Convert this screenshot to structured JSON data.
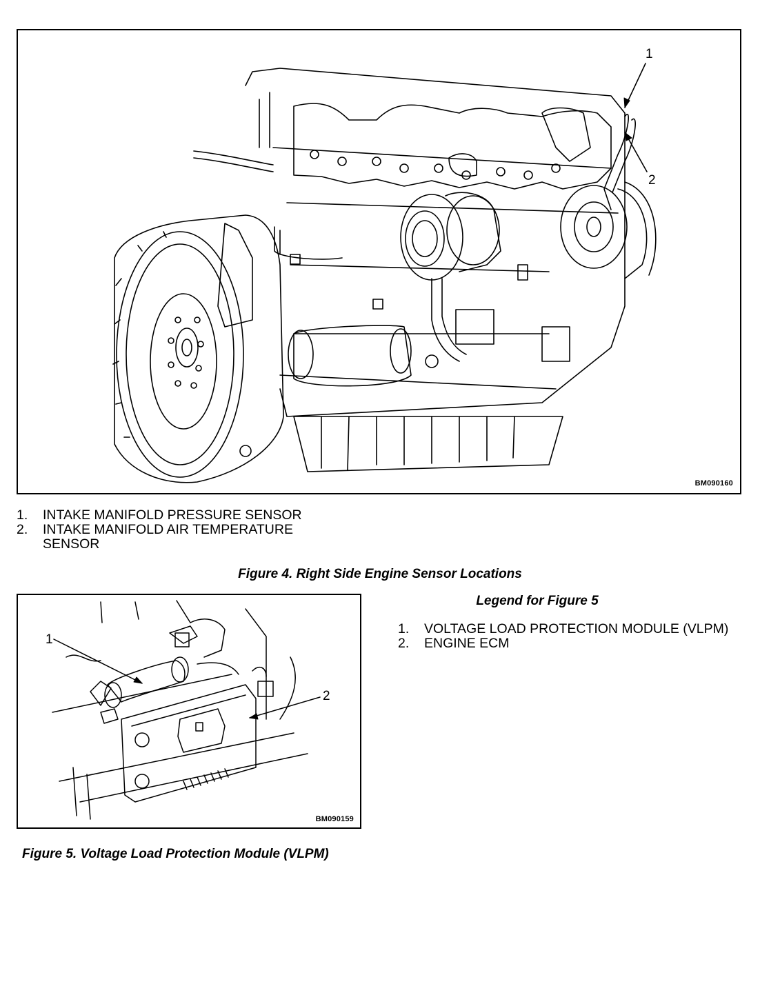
{
  "figure4": {
    "code": "BM090160",
    "callouts": [
      "1",
      "2"
    ],
    "legend": [
      {
        "num": "1.",
        "text": "INTAKE MANIFOLD PRESSURE SENSOR"
      },
      {
        "num": "2.",
        "text": "INTAKE MANIFOLD AIR TEMPERATURE\nSENSOR"
      }
    ],
    "caption": "Figure 4.  Right Side Engine Sensor Locations"
  },
  "figure5": {
    "code": "BM090159",
    "callouts": [
      "1",
      "2"
    ],
    "legend_title": "Legend for Figure 5",
    "legend": [
      {
        "num": "1.",
        "text": "VOLTAGE LOAD PROTECTION MODULE (VLPM)"
      },
      {
        "num": "2.",
        "text": "ENGINE ECM"
      }
    ],
    "caption": "Figure 5. Voltage Load Protection Module (VLPM)"
  }
}
